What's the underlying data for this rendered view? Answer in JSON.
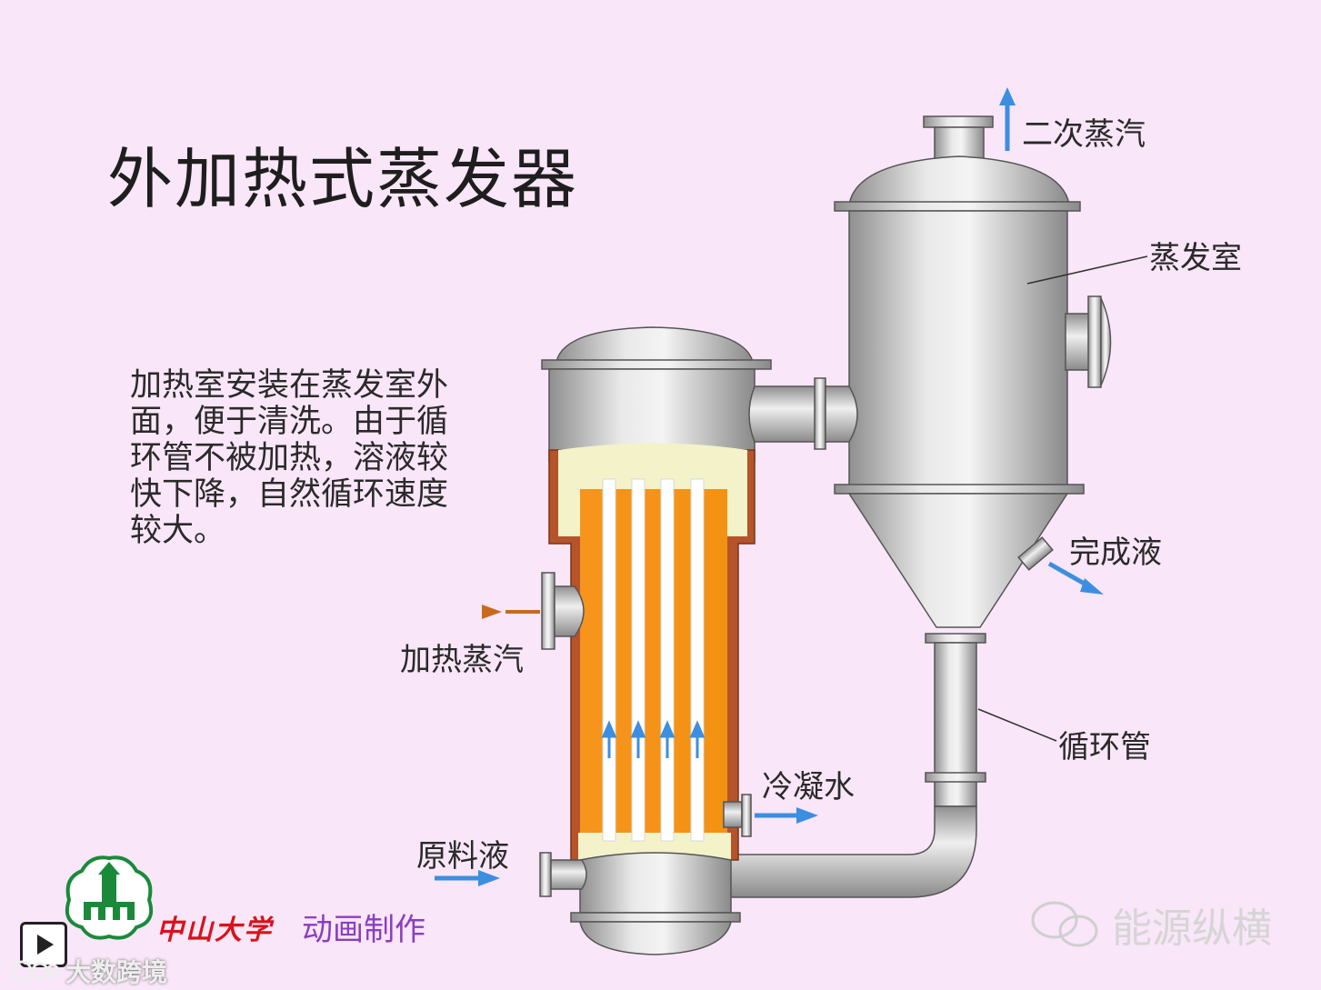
{
  "title": "外加热式蒸发器",
  "description": "加热室安装在蒸发室外面，便于清洗。由于循环管不被加热，溶液较快下降，自然循环速度较大。",
  "labels": {
    "secondary_steam": "二次蒸汽",
    "evaporation_chamber": "蒸发室",
    "finished_liquid": "完成液",
    "heating_steam": "加热蒸汽",
    "circulation_pipe": "循环管",
    "condensate": "冷凝水",
    "feed_liquid": "原料液"
  },
  "credit": {
    "university": "中山大学",
    "made_by": "动画制作"
  },
  "watermarks": {
    "wechat": "能源纵横",
    "bottom_left": "大数跨境"
  },
  "colors": {
    "background": "#f9e6f8",
    "metal": "#b8b8b8",
    "heating_fluid": "#f7941d",
    "jacket": "#b5532a",
    "liquid": "#f4f2c8",
    "flow_arrow": "#3c8ee0",
    "steam_arrow": "#c8691f"
  }
}
